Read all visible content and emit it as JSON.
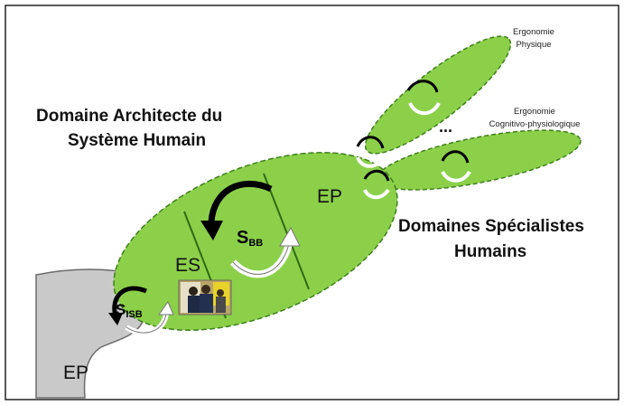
{
  "domain_architect": {
    "line1": "Domaine Architecte du",
    "line2": "Système Humain"
  },
  "domain_specialists": {
    "line1": "Domaines Spécialistes",
    "line2": "Humains"
  },
  "branches": {
    "top": {
      "line1": "Ergonomie",
      "line2": "Physique"
    },
    "bottom": {
      "line1": "Ergonomie",
      "line2": "Cognitivo-physiologique"
    },
    "ellipsis": "..."
  },
  "labels": {
    "ep_main": "EP",
    "ep_base": "EP",
    "es": "ES"
  },
  "symbols": {
    "sbb_main": "S",
    "sbb_sub": "BB",
    "sisb_main": "S",
    "sisb_sub": "ISB"
  },
  "colors": {
    "green_fill": "#8cd04a",
    "green_stroke": "#3f7f1c",
    "grey_fill": "#c9c9c9",
    "grey_stroke": "#6b6b6b",
    "frame": "#222222"
  }
}
